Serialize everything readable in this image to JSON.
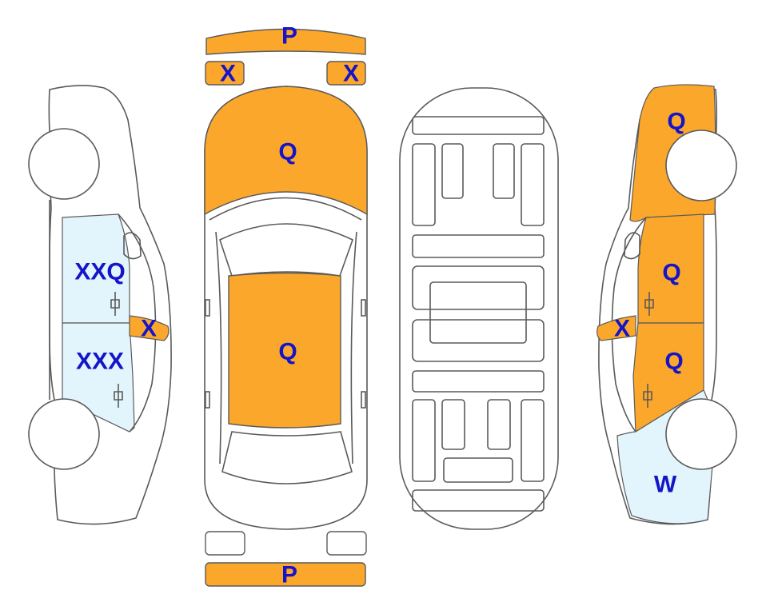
{
  "colors": {
    "damage_orange": "#FBA72C",
    "light_blue": "#E2F5FC",
    "label_blue": "#1414C8",
    "outline": "#5A5A5A"
  },
  "panels": {
    "top_front_bumper": "P",
    "top_left_mirror": "X",
    "top_right_mirror": "X",
    "top_hood": "Q",
    "top_roof": "Q",
    "top_rear_bumper": "P",
    "left_front_door": "XXQ",
    "left_rear_door": "XXX",
    "left_mirror": "X",
    "right_front_fender": "Q",
    "right_front_door": "Q",
    "right_rear_door": "Q",
    "right_mirror": "X",
    "right_rear_quarter": "W"
  }
}
